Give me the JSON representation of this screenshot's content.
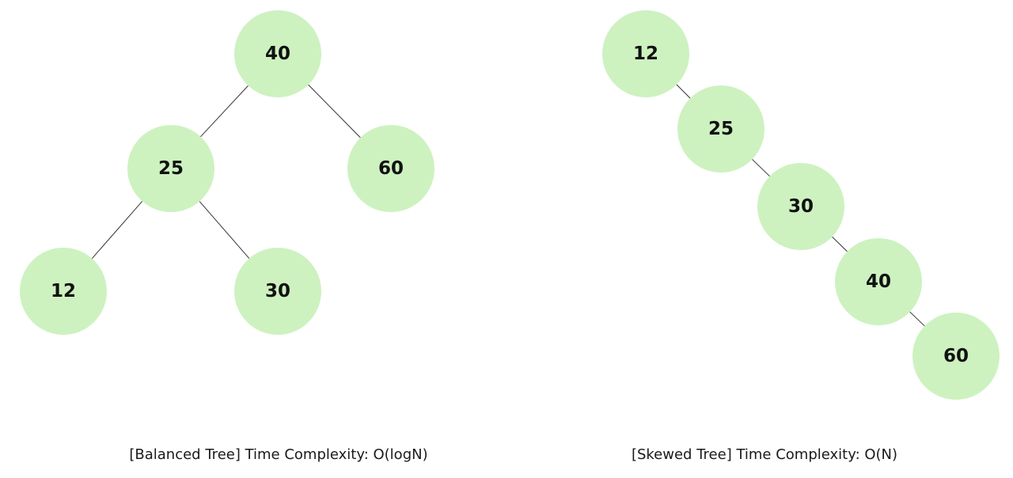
{
  "colors": {
    "node_fill": "#cdf2c0",
    "edge": "#333333",
    "label": "#111111"
  },
  "balanced": {
    "caption": "[Balanced Tree] Time Complexity: O(logN)",
    "nodes": [
      {
        "id": "b40",
        "label": "40"
      },
      {
        "id": "b25",
        "label": "25"
      },
      {
        "id": "b60",
        "label": "60"
      },
      {
        "id": "b12",
        "label": "12"
      },
      {
        "id": "b30",
        "label": "30"
      }
    ],
    "edges": [
      [
        "b40",
        "b25"
      ],
      [
        "b40",
        "b60"
      ],
      [
        "b25",
        "b12"
      ],
      [
        "b25",
        "b30"
      ]
    ]
  },
  "skewed": {
    "caption": "[Skewed Tree] Time Complexity: O(N)",
    "nodes": [
      {
        "id": "s12",
        "label": "12"
      },
      {
        "id": "s25",
        "label": "25"
      },
      {
        "id": "s30",
        "label": "30"
      },
      {
        "id": "s40",
        "label": "40"
      },
      {
        "id": "s60",
        "label": "60"
      }
    ],
    "edges": [
      [
        "s12",
        "s25"
      ],
      [
        "s25",
        "s30"
      ],
      [
        "s30",
        "s40"
      ],
      [
        "s40",
        "s60"
      ]
    ]
  }
}
